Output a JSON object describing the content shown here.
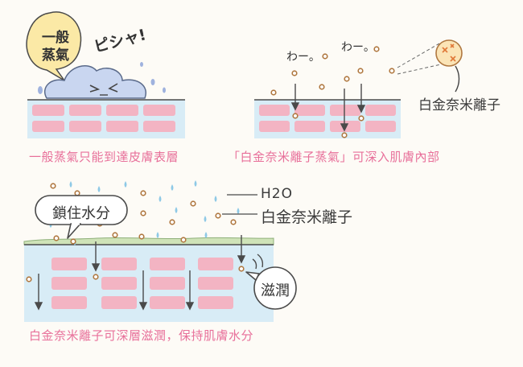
{
  "panel1": {
    "bubble_line1": "一般",
    "bubble_line2": "蒸氣",
    "sound": "ピシャ!",
    "caption": "一般蒸氣只能到達皮膚表層"
  },
  "panel2": {
    "wa1": "わー。",
    "wa2": "わー。",
    "ion_label": "白金奈米離子",
    "caption": "「白金奈米離子蒸氣」可深入肌膚內部"
  },
  "panel3": {
    "legend_h2o": "H2O",
    "legend_ion": "白金奈米離子",
    "bubble_lock": "鎖住水分",
    "bubble_moist": "滋潤",
    "caption": "白金奈米離子可深層滋潤，保持肌膚水分"
  },
  "colors": {
    "skin_band": "#d8ecf6",
    "brick": "#f3b4c3",
    "caption_pink": "#e8709a",
    "bubble_yellow": "#fbe9a6",
    "steam_blue": "#c9d6f0",
    "water_drop": "#8ec9e6",
    "ion_orange": "#f0b060"
  }
}
